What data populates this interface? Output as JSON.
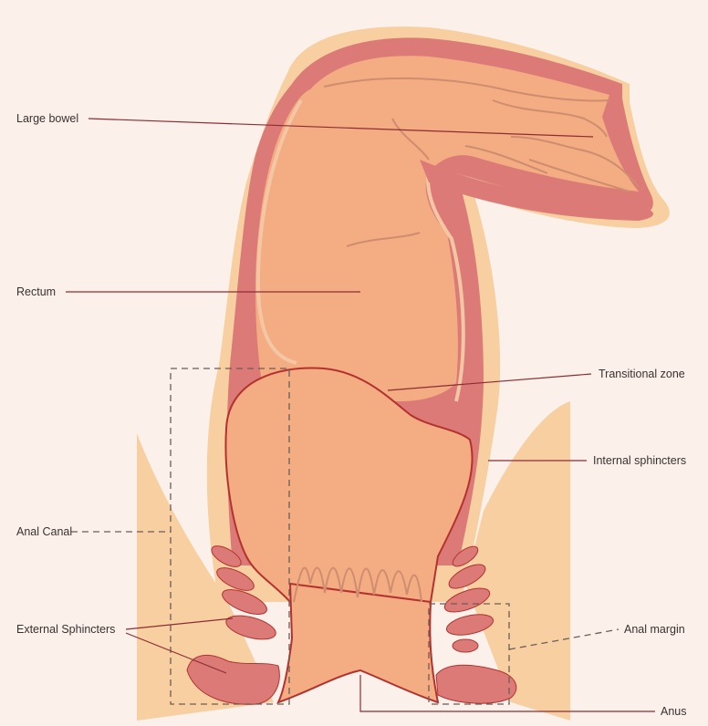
{
  "labels": {
    "large_bowel": "Large bowel",
    "rectum": "Rectum",
    "transitional_zone": "Transitional zone",
    "internal_sphincters": "Internal sphincters",
    "anal_canal": "Anal Canal",
    "external_sphincters": "External Sphincters",
    "anal_margin": "Anal margin",
    "anus": "Anus"
  },
  "colors": {
    "background": "#fbf1ea",
    "outer_tissue": "#f7cfa0",
    "wall": "#dc7a78",
    "lumen": "#f4ac82",
    "mucosa_line": "#f3c7a4",
    "outline": "#b3322f",
    "leader_line": "#8c2d34",
    "dashed_box": "#6b5e58"
  }
}
